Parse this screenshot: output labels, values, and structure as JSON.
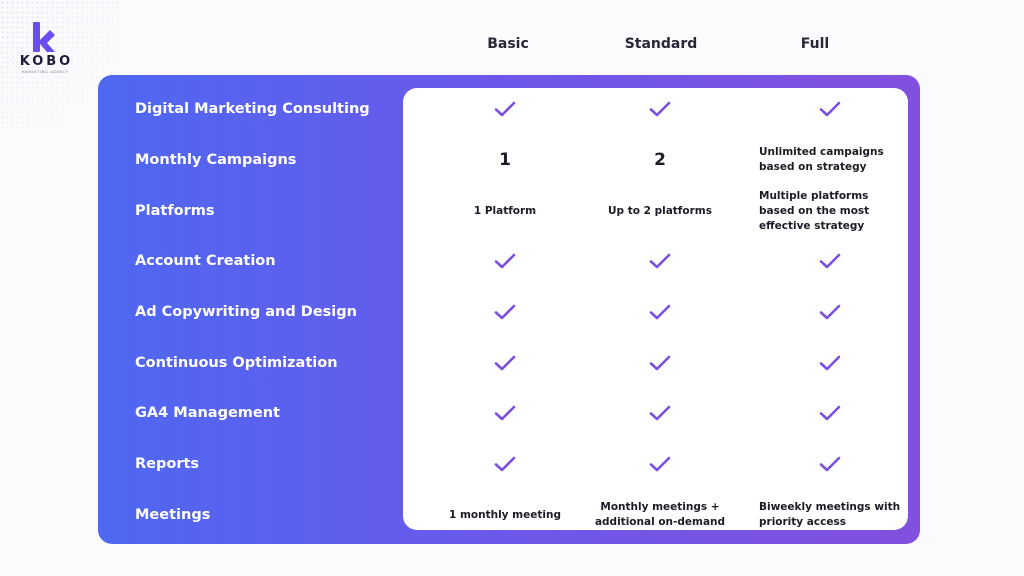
{
  "brand": {
    "name": "KOBO",
    "tagline": "MARKETING AGENCY",
    "logo_icon": "kobo-k-logo-icon",
    "accent_color": "#6c4df0"
  },
  "colors": {
    "panel_gradient_start": "#4e68f2",
    "panel_gradient_end": "#8250de",
    "check": "#7b4fe0"
  },
  "plans": [
    "Basic",
    "Standard",
    "Full"
  ],
  "rows": [
    {
      "label": "Digital Marketing Consulting",
      "cells": [
        {
          "type": "check"
        },
        {
          "type": "check"
        },
        {
          "type": "check"
        }
      ]
    },
    {
      "label": "Monthly Campaigns",
      "cells": [
        {
          "type": "big",
          "text": "1"
        },
        {
          "type": "big",
          "text": "2"
        },
        {
          "type": "text",
          "text": "Unlimited campaigns based on strategy"
        }
      ]
    },
    {
      "label": "Platforms",
      "cells": [
        {
          "type": "text",
          "text": "1 Platform"
        },
        {
          "type": "text",
          "text": "Up to 2 platforms"
        },
        {
          "type": "text",
          "text": "Multiple platforms based on the most effective strategy"
        }
      ]
    },
    {
      "label": "Account Creation",
      "cells": [
        {
          "type": "check"
        },
        {
          "type": "check"
        },
        {
          "type": "check"
        }
      ]
    },
    {
      "label": "Ad Copywriting and Design",
      "cells": [
        {
          "type": "check"
        },
        {
          "type": "check"
        },
        {
          "type": "check"
        }
      ]
    },
    {
      "label": "Continuous Optimization",
      "cells": [
        {
          "type": "check"
        },
        {
          "type": "check"
        },
        {
          "type": "check"
        }
      ]
    },
    {
      "label": "GA4 Management",
      "cells": [
        {
          "type": "check"
        },
        {
          "type": "check"
        },
        {
          "type": "check"
        }
      ]
    },
    {
      "label": "Reports",
      "cells": [
        {
          "type": "check"
        },
        {
          "type": "check"
        },
        {
          "type": "check"
        }
      ]
    },
    {
      "label": "Meetings",
      "cells": [
        {
          "type": "text",
          "text": "1 monthly meeting"
        },
        {
          "type": "text",
          "text": "Monthly meetings + additional on-demand"
        },
        {
          "type": "text",
          "text": "Biweekly meetings with priority access"
        }
      ]
    }
  ]
}
